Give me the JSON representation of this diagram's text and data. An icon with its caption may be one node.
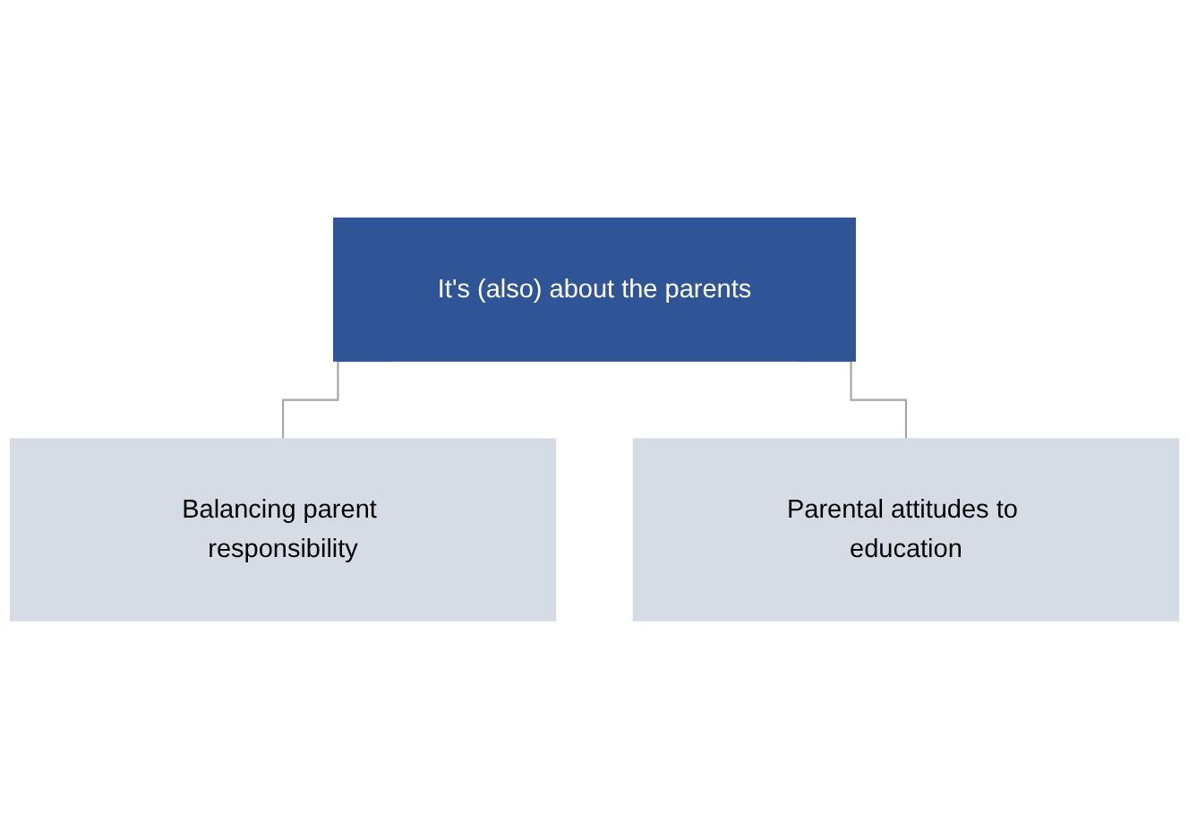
{
  "diagram": {
    "nodes": [
      {
        "text": [
          "It's (also) about the parents"
        ]
      },
      {
        "text": [
          "Balancing parent responsibility"
        ]
      },
      {
        "text": [
          "Parental attitudes to education"
        ]
      }
    ],
    "edges": [
      {
        "from": 0,
        "to": 1,
        "arrow": "none"
      },
      {
        "from": 0,
        "to": 2,
        "arrow": "none"
      }
    ]
  }
}
